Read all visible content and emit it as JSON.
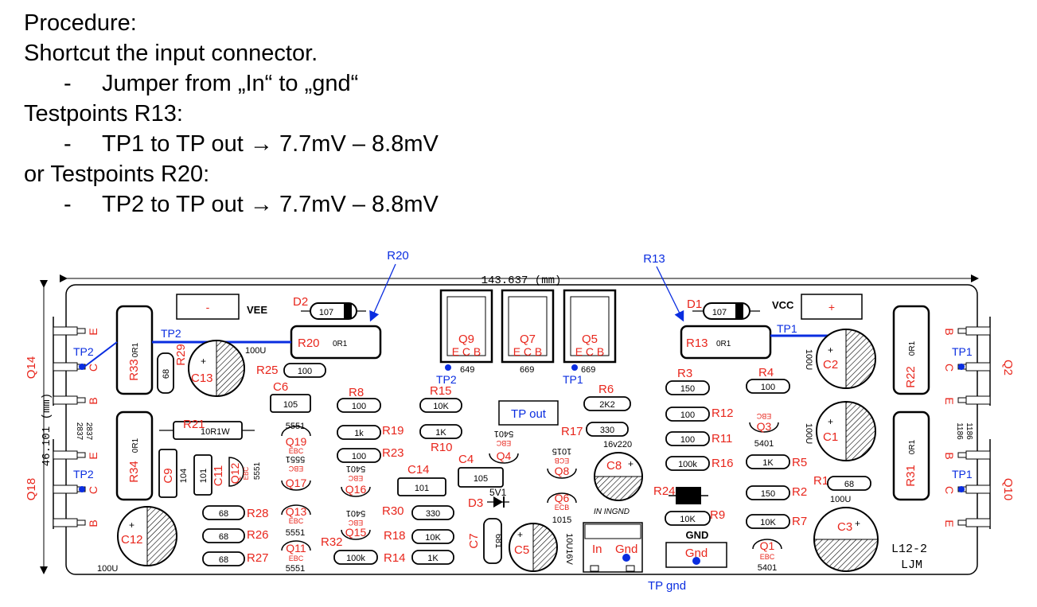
{
  "procedure": {
    "title": "Procedure:",
    "line1": "Shortcut the input connector.",
    "line1_bullet": "Jumper from  „In“ to „gnd“",
    "line2": "Testpoints R13:",
    "line2_bullet": "TP1 to TP out  → 7.7mV – 8.8mV",
    "line3": "or Testpoints R20:",
    "line3_bullet": "TP2 to TP out  → 7.7mV – 8.8mV",
    "dash": "-"
  },
  "board": {
    "dim_width": "143.637 (mm)",
    "dim_height": "46.101 (mm)",
    "board_label_1": "L12-2",
    "board_label_2": "LJM",
    "callouts": {
      "r20": "R20",
      "r13": "R13",
      "tp_gnd": "TP gnd"
    },
    "left": {
      "q14": "Q14",
      "q18": "Q18",
      "e": "E",
      "c": "C",
      "b": "B",
      "tp2_top": "TP2",
      "tp2_bottom": "TP2",
      "code1": "2837",
      "code2": "2837"
    },
    "right": {
      "q2": "Q2",
      "q10": "Q10",
      "e": "E",
      "c": "C",
      "b": "B",
      "tp1_top": "TP1",
      "tp1_bottom": "TP1",
      "code1": "1186",
      "code2": "1186"
    },
    "top": {
      "vee": "VEE",
      "vcc": "VCC",
      "minus": "-",
      "plus": "+",
      "d2": "D2",
      "d1": "D1",
      "d2_val": "107",
      "d1_val": "107",
      "tp2": "TP2",
      "tp1": "TP1",
      "r20": "R20",
      "r13": "R13",
      "r20_val": "0R1",
      "r13_val": "0R1"
    },
    "transistors": {
      "q9": "Q9",
      "q7": "Q7",
      "q5": "Q5",
      "ecb": "E C B",
      "q9_code": "649",
      "q7_code": "669",
      "q5_code": "669",
      "tp2": "TP2",
      "tp1": "TP1"
    },
    "labels": {
      "r33": "R33",
      "r34": "R34",
      "r22": "R22",
      "r31": "R31",
      "or1": "0R1",
      "r29": "R29",
      "r29_val": "68",
      "c13": "C13",
      "c13_val": "100U",
      "r25": "R25",
      "r25_val": "100",
      "c6": "C6",
      "c6_val": "105",
      "r21": "R21",
      "r21_val": "10R1W",
      "c9": "C9",
      "c9_val": "104",
      "c11": "C11",
      "c11_val": "101",
      "q12": "Q12",
      "q12_code": "5551",
      "q19": "Q19",
      "q19_code": "5551",
      "q17": "Q17",
      "q17_code": "5551",
      "q13": "Q13",
      "q13_code": "5551",
      "q11": "Q11",
      "q11_code": "5551",
      "q16": "Q16",
      "q16_code": "5401",
      "q15": "Q15",
      "q15_code": "5401",
      "ebc": "EBC",
      "ecb": "ECB",
      "c12": "C12",
      "c12_val": "100U",
      "r28": "R28",
      "r26": "R26",
      "r27": "R27",
      "r28_val": "68",
      "r26_val": "68",
      "r27_val": "68",
      "r8": "R8",
      "r8_val": "100",
      "r19": "R19",
      "r19_val": "1k",
      "r23": "R23",
      "r23_val": "100",
      "r32": "R32",
      "r32_val": "100k",
      "r15": "R15",
      "r15_val": "10K",
      "r10": "R10",
      "r10_val": "1K",
      "c14": "C14",
      "c14_val": "101",
      "r30": "R30",
      "r30_val": "330",
      "r18": "R18",
      "r18_val": "10K",
      "r14": "R14",
      "r14_val": "1K",
      "tp_out": "TP out",
      "c4": "C4",
      "c4_val": "105",
      "q4": "Q4",
      "q4_code": "5401",
      "d3": "D3",
      "d3_val": "5V1",
      "c7": "C7",
      "c7_val": "681",
      "c5": "C5",
      "c5_val": "10U16V",
      "r6": "R6",
      "r6_val": "2K2",
      "r17": "R17",
      "r17_val": "330",
      "q8": "Q8",
      "q8_code": "1015",
      "q6": "Q6",
      "q6_code": "1015",
      "c8": "C8",
      "c8_val": "16v220",
      "in_ingnd": "IN  INGND",
      "in": "In",
      "gnd": "Gnd",
      "r3": "R3",
      "r3_val": "150",
      "r12": "R12",
      "r12_val": "100",
      "r11": "R11",
      "r11_val": "100",
      "r16": "R16",
      "r16_val": "100k",
      "r24": "R24",
      "r9": "R9",
      "r9_val": "10K",
      "gnd_label": "GND",
      "gnd_box": "Gnd",
      "r4": "R4",
      "r4_val": "100",
      "q3": "Q3",
      "q3_code": "5401",
      "r5": "R5",
      "r5_val": "1K",
      "r2": "R2",
      "r2_val": "150",
      "r7": "R7",
      "r7_val": "10K",
      "r1": "R1",
      "r1_val": "68",
      "q1": "Q1",
      "q1_code": "5401",
      "c2": "C2",
      "c2_val": "100U",
      "c1": "C1",
      "c1_val": "100U",
      "c3": "C3",
      "c3_val": "100U"
    }
  },
  "colors": {
    "red": "#e8261c",
    "blue": "#0a2de0",
    "black": "#000000"
  }
}
